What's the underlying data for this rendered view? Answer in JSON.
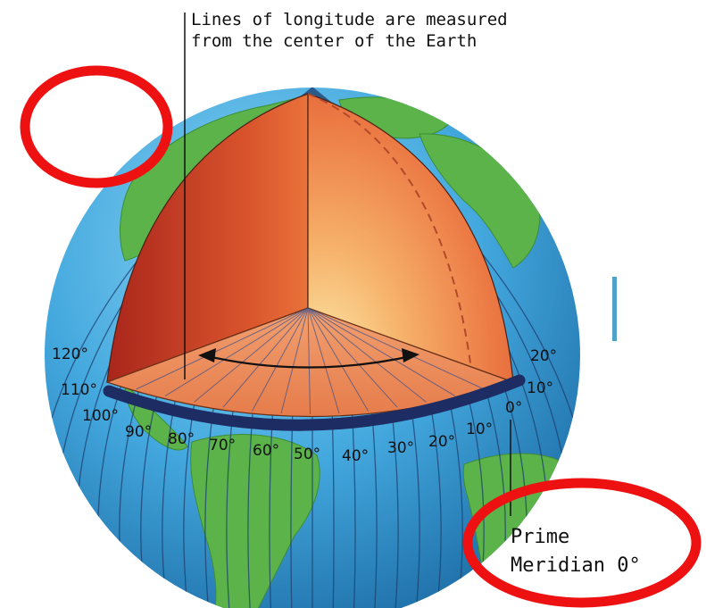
{
  "annotation": {
    "line1": "Lines of longitude are measured",
    "line2": "from the center of the Earth"
  },
  "prime_meridian": {
    "line1": "Prime",
    "line2": "Meridian 0°"
  },
  "degrees_front": {
    "d0": "0°",
    "d10": "10°",
    "d20": "20°",
    "d30": "30°",
    "d40": "40°",
    "d50": "50°",
    "d60": "60°",
    "d70": "70°",
    "d80": "80°",
    "d90": "90°",
    "d100": "100°",
    "d110": "110°",
    "d120": "120°"
  },
  "degrees_right": {
    "d10": "10°",
    "d20": "20°"
  },
  "colors": {
    "ocean": "#49aee0",
    "land": "#58b048",
    "core_dark": "#c0391e",
    "core_light": "#f8d890",
    "arc": "#1d2c62",
    "highlight_circle": "#ee1111"
  }
}
